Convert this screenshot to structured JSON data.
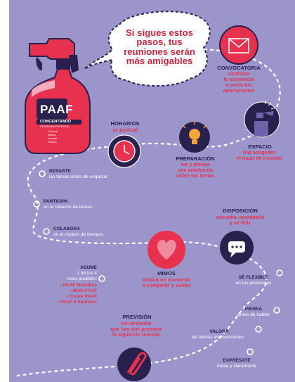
{
  "bubble": {
    "text": "Si sigues estos pasos, tus reuniones serán más amigables"
  },
  "bottle": {
    "brand": "PAAF",
    "label": "CONCENTRADO",
    "sub": "DE MAXIMA POTENCIA",
    "items": [
      "Puntual",
      "Atento",
      "Amable",
      "Franco"
    ]
  },
  "steps": {
    "convocatoria": {
      "title": "CONVOCATORIA",
      "desc_1": "confirma",
      "desc_2": "tu asistencia",
      "desc_3": "o envía tus",
      "desc_4": "aportaciones"
    },
    "espacio": {
      "title": "ESPACIO",
      "desc_1": "haz acogedor",
      "desc_2": "el lugar de reunión"
    },
    "preparacion": {
      "title": "PREPARACIÓN",
      "desc_1": "lee y piensa",
      "desc_2": "con antelación",
      "desc_3": "sobre los temas"
    },
    "horarios": {
      "title": "HORARIOS",
      "desc": "sé puntual"
    },
    "disposicion": {
      "title": "DISPOSICIÓN",
      "desc_1": "escucha, acompaña",
      "desc_2": "y sé feliz"
    },
    "mimos": {
      "title": "MIMOS",
      "desc_1": "dedica un momento",
      "desc_2": "a compartir y cuidar"
    },
    "prevision": {
      "title": "PREVISIÓN",
      "desc_1": "ten presente",
      "desc_2": "que hay que preparar",
      "desc_3": "la siguiente reunión"
    }
  },
  "left_items": {
    "reparte": {
      "title": "REPARTE",
      "desc": "las tareas antes de empezar"
    },
    "participa": {
      "title": "PARTICIPA",
      "desc": "en la rotación de tareas"
    },
    "colabora": {
      "title": "COLABORA",
      "desc": "en el reparto de tiempos"
    },
    "asume": {
      "title": "ASUME",
      "line_1": "1 de los 4",
      "line_2": "roles posibles:",
      "roles": [
        "• PAAF Metódico",
        "• Multi PAAF",
        "• Crono PAAF",
        "• PAAF 5 Sentidos"
      ]
    }
  },
  "right_items": {
    "flexible": {
      "title": "SÉ FLEXIBLE",
      "desc": "en tus posiciones"
    },
    "piensa": {
      "title": "PIENSA",
      "desc": "antes de hablar"
    },
    "valora": {
      "title": "VALORA",
      "desc": "las demás intervenciones"
    },
    "expresate": {
      "title": "EXPRÉSATE",
      "desc": "breve y claramente"
    }
  },
  "colors": {
    "background": "#9b95cc",
    "accent_red": "#e8304f",
    "navy": "#29204e",
    "path": "#ffffff"
  }
}
